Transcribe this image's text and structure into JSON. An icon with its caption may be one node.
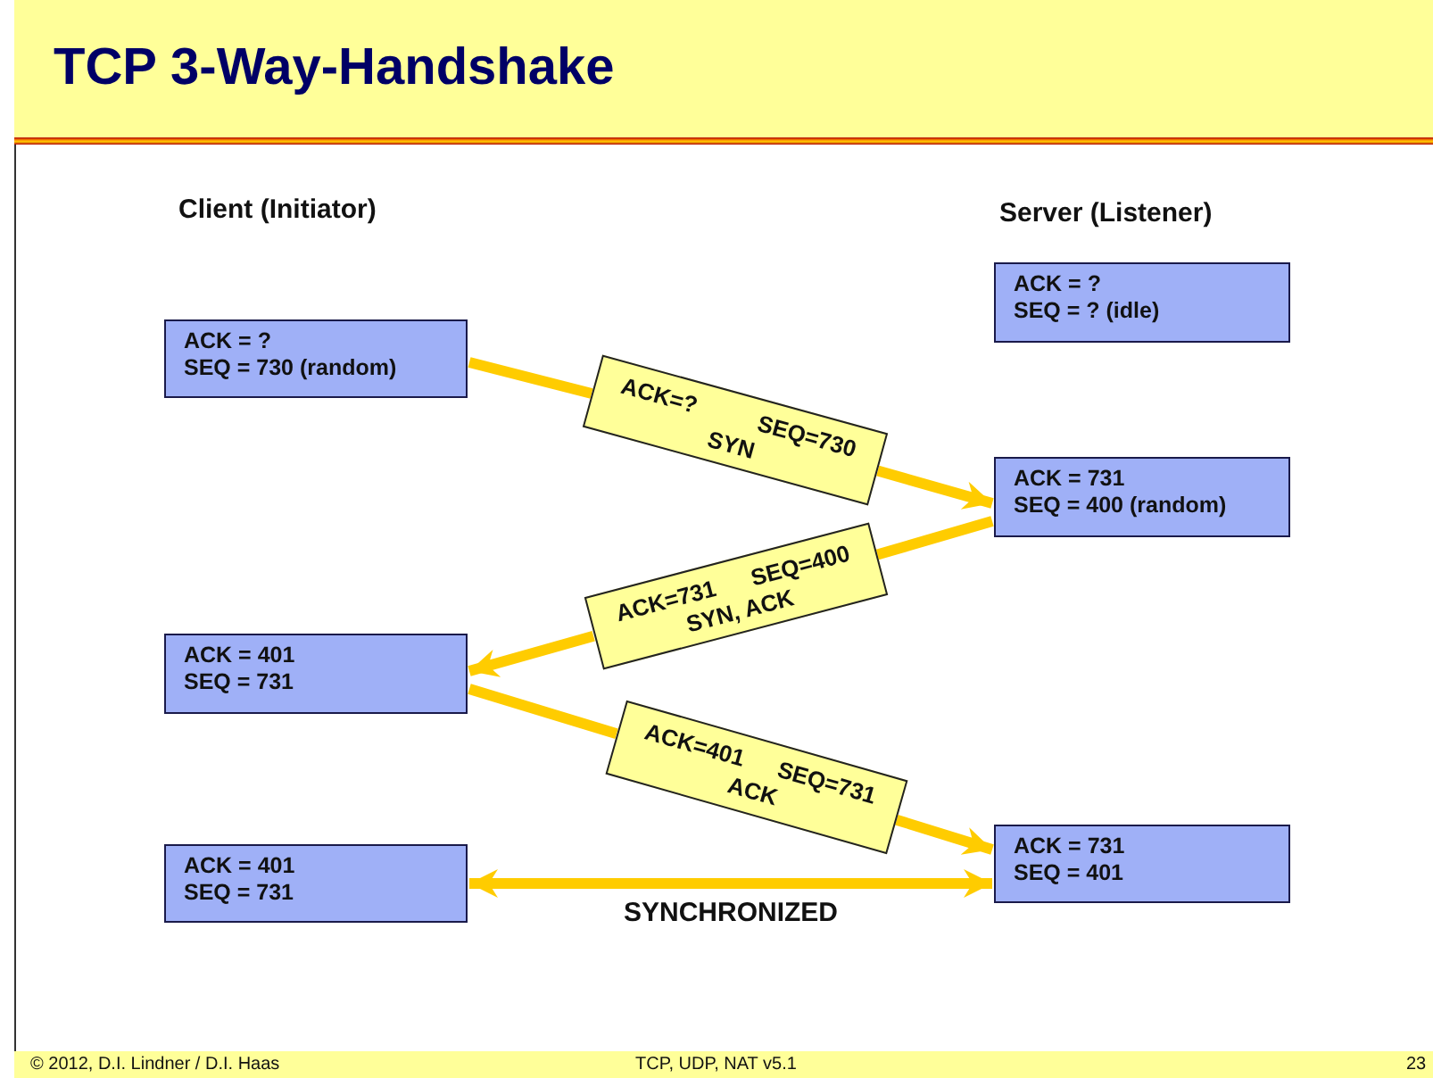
{
  "diagram": {
    "title": "TCP 3-Way-Handshake",
    "nodes": [
      {
        "text": [
          "ACK = ?",
          "SEQ = ? (idle)"
        ]
      },
      {
        "text": [
          "ACK = ?",
          "SEQ = 730 (random)"
        ]
      },
      {
        "text": [
          "ACK = 731",
          "SEQ = 400 (random)"
        ]
      },
      {
        "text": [
          "ACK = 401",
          "SEQ = 731"
        ]
      },
      {
        "text": [
          "ACK = 731",
          "SEQ = 401"
        ]
      },
      {
        "text": [
          "ACK = 401",
          "SEQ = 731"
        ]
      },
      {
        "text": [
          "ACK=?",
          "SEQ=730",
          "SYN"
        ]
      },
      {
        "text": [
          "ACK=731",
          "SEQ=400",
          "SYN, ACK"
        ]
      },
      {
        "text": [
          "ACK=401",
          "SEQ=731",
          "ACK"
        ]
      }
    ],
    "edges": [
      {
        "from": 1,
        "to": 6,
        "arrow": "none"
      },
      {
        "from": 6,
        "to": 2,
        "arrow": "to"
      },
      {
        "from": 2,
        "to": 7,
        "arrow": "none"
      },
      {
        "from": 7,
        "to": 3,
        "arrow": "to"
      },
      {
        "from": 3,
        "to": 8,
        "arrow": "none"
      },
      {
        "from": 8,
        "to": 4,
        "arrow": "to"
      },
      {
        "from": 5,
        "to": 4,
        "arrow": "both",
        "label": "SYNCHRONIZED"
      }
    ],
    "labels": [
      "Client (Initiator)",
      "Server (Listener)",
      "© 2012, D.I. Lindner / D.I. Haas",
      "TCP, UDP, NAT v5.1",
      "23"
    ]
  }
}
